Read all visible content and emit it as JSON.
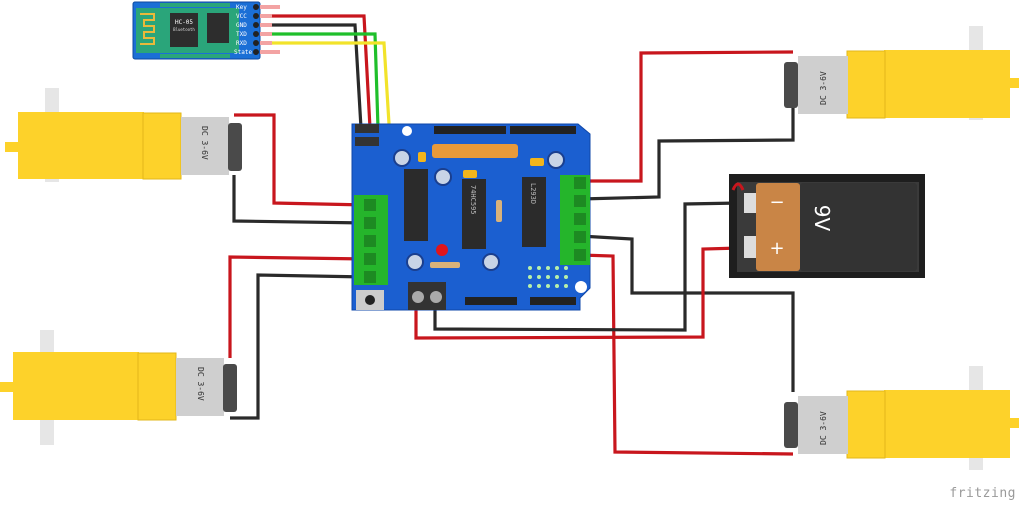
{
  "diagram": {
    "tool_watermark": "fritzing",
    "bluetooth_module": {
      "name": "HC-05",
      "subtitle": "Bluetooth",
      "pins": [
        "Key",
        "VCC",
        "GND",
        "TXD",
        "RXD",
        "State"
      ]
    },
    "motor_shield": {
      "chips": [
        "74HC595",
        "L293D"
      ]
    },
    "battery": {
      "label": "9V",
      "minus": "−",
      "plus": "+"
    },
    "motors": [
      {
        "id": "motor-top-left",
        "label": "DC 3-6V"
      },
      {
        "id": "motor-bottom-left",
        "label": "DC 3-6V"
      },
      {
        "id": "motor-top-right",
        "label": "DC 3-6V"
      },
      {
        "id": "motor-bottom-right",
        "label": "DC 3-6V"
      }
    ],
    "colors": {
      "board": "#1b5fd0",
      "terminal": "#25b52b",
      "motor_body": "#fdd22a",
      "wire_red": "#c8161d",
      "wire_black": "#2a2a2a",
      "wire_green": "#1fbf2a",
      "wire_yellow": "#f2e32a"
    }
  }
}
